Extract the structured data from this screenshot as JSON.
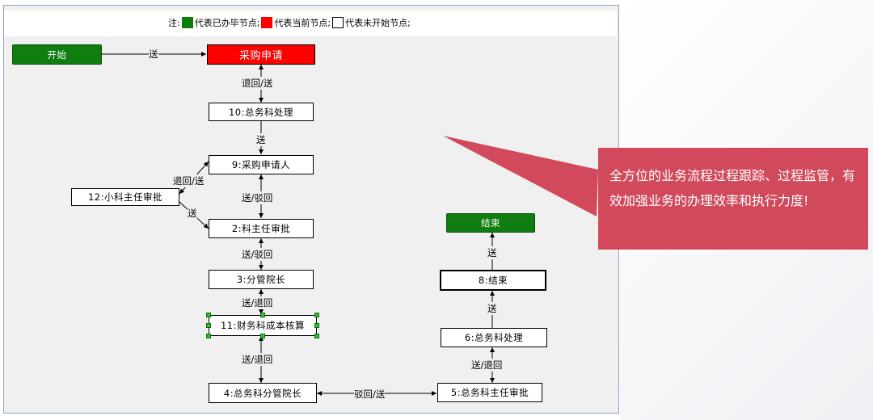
{
  "legend": {
    "prefix": "注:",
    "done": "代表已办毕节点;",
    "current": "代表当前节点;",
    "pending": "代表未开始节点;"
  },
  "nodes": {
    "start": "开始",
    "purchase_request": "采购申请",
    "n10": "10:总务科处理",
    "n9": "9:采购申请人",
    "n12": "12:小科主任审批",
    "n2": "2:科主任审批",
    "n3": "3:分管院长",
    "n11": "11:财务科成本核算",
    "n4": "4:总务科分管院长",
    "n5": "5:总务科主任审批",
    "n6": "6:总务科处理",
    "n8": "8:结束",
    "end": "结束"
  },
  "edges": {
    "start_to_request": "送",
    "request_10": "退回/送",
    "n10_9": "送",
    "n9_12": "退回/送",
    "n12_2": "送",
    "n9_2": "送/驳回",
    "n2_3": "送/驳回",
    "n3_11": "送/退回",
    "n11_4": "送/退回",
    "n4_5": "驳回/送",
    "n5_6": "送/退回",
    "n6_8": "送",
    "n8_end": "送"
  },
  "callout": {
    "text": "全方位的业务流程过程跟踪、过程监管，有效加强业务的办理效率和执行力度!",
    "color": "#d1495b"
  },
  "colors": {
    "done": "#0f7d10",
    "current": "#ff0000"
  }
}
